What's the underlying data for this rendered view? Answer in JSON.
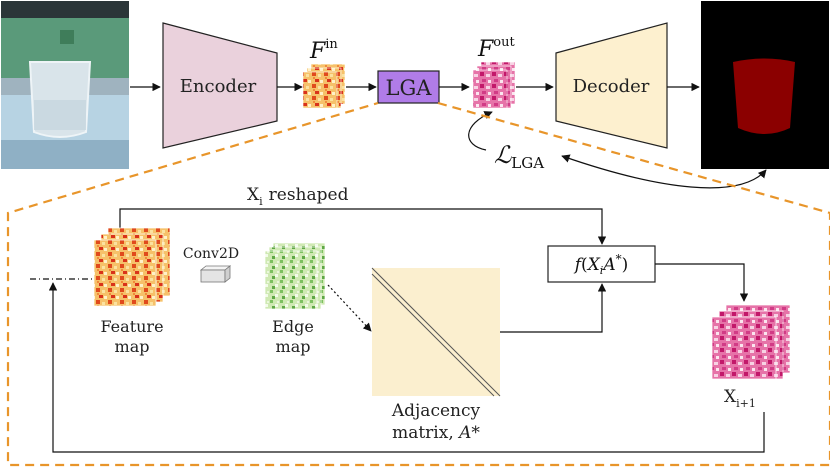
{
  "pipeline": {
    "encoder_label": "Encoder",
    "f_in_base": "F",
    "f_in_sup": "in",
    "lga_label": "LGA",
    "f_out_base": "F",
    "f_out_sup": "out",
    "decoder_label": "Decoder",
    "loss_symbol": "ℒ",
    "loss_sub": "LGA"
  },
  "lga_detail": {
    "xi_reshaped_base": "X",
    "xi_reshaped_sub": "i",
    "xi_reshaped_suffix": "reshaped",
    "conv_label": "Conv2D",
    "feature_map_line1": "Feature",
    "feature_map_line2": "map",
    "edge_map_line1": "Edge",
    "edge_map_line2": "map",
    "func_label": "f(XiA*)",
    "func_f": "f",
    "func_x": "X",
    "func_i": "i",
    "func_a": "A",
    "func_star": "*",
    "adjacency_line1": "Adjacency",
    "adjacency_line2": "matrix,",
    "adjacency_symbol": "A*",
    "x_next_base": "X",
    "x_next_sub": "i+1"
  },
  "colors": {
    "encoder_fill": "#ead1dc",
    "decoder_fill": "#fdf0cf",
    "lga_fill": "#b07ce8",
    "dashed_outline": "#e8952a",
    "adjacency_fill": "#fbefcf"
  }
}
